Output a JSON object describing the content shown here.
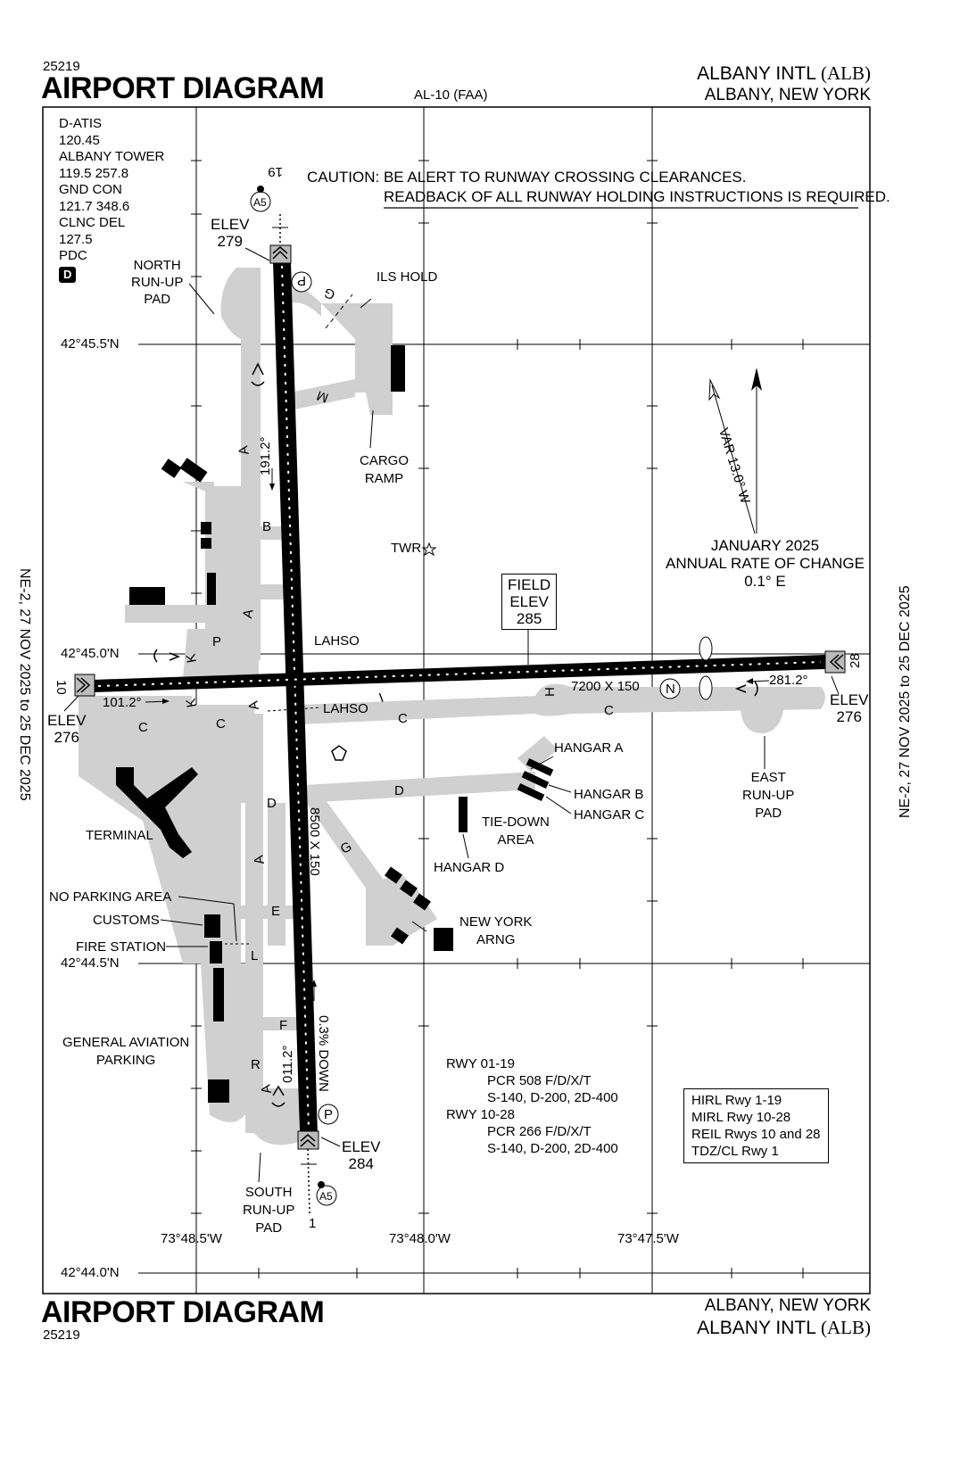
{
  "header": {
    "doc_number": "25219",
    "title": "AIRPORT DIAGRAM",
    "chart_id": "AL-10 (FAA)",
    "airport_name": "ALBANY INTL",
    "airport_id": "(ALB)",
    "city_state": "ALBANY, NEW YORK"
  },
  "footer": {
    "doc_number": "25219",
    "title": "AIRPORT DIAGRAM",
    "city_state": "ALBANY, NEW YORK",
    "airport_name": "ALBANY INTL",
    "airport_id": "(ALB)"
  },
  "side_labels": {
    "left": "NE-2, 27 NOV 2025 to 25 DEC 2025",
    "right": "NE-2, 27 NOV 2025 to 25 DEC 2025"
  },
  "frequencies": [
    "D-ATIS",
    "120.45",
    "ALBANY TOWER",
    "119.5 257.8",
    "GND CON",
    "121.7 348.6",
    "CLNC DEL",
    "127.5",
    "PDC"
  ],
  "pdc_badge": "D",
  "caution": {
    "line1": "CAUTION: BE ALERT TO RUNWAY CROSSING CLEARANCES.",
    "line2": "READBACK OF ALL RUNWAY HOLDING INSTRUCTIONS IS REQUIRED."
  },
  "coordinates": {
    "lat": [
      "42°45.5'N",
      "42°45.0'N",
      "42°44.5'N",
      "42°44.0'N"
    ],
    "lon": [
      "73°48.5'W",
      "73°48.0'W",
      "73°47.5'W"
    ]
  },
  "field_elev": {
    "line1": "FIELD",
    "line2": "ELEV",
    "value": "285"
  },
  "magnetic": {
    "var": "VAR 13.0° W",
    "change_line1": "JANUARY 2025",
    "change_line2": "ANNUAL RATE OF CHANGE",
    "change_line3": "0.1° E"
  },
  "runways": {
    "rwy19": {
      "number": "19",
      "elev_label": "ELEV",
      "elev": "279",
      "heading": "191.2°"
    },
    "rwy1": {
      "number": "1",
      "elev_label": "ELEV",
      "elev": "284",
      "heading": "011.2°",
      "gradient": "0.3% DOWN",
      "dims": "8500 X 150"
    },
    "rwy10": {
      "number": "10",
      "elev_label": "ELEV",
      "elev": "276",
      "heading": "101.2°"
    },
    "rwy28": {
      "number": "28",
      "elev_label": "ELEV",
      "elev": "276",
      "heading": "281.2°",
      "dims": "7200 X 150"
    }
  },
  "labels": {
    "north_runup": [
      "NORTH",
      "RUN-UP",
      "PAD"
    ],
    "ils_hold": "ILS HOLD",
    "cargo_ramp": [
      "CARGO",
      "RAMP"
    ],
    "twr": "TWR",
    "lahso1": "LAHSO",
    "lahso2": "LAHSO",
    "terminal": "TERMINAL",
    "no_parking": "NO PARKING AREA",
    "customs": "CUSTOMS",
    "fire_station": "FIRE STATION",
    "ga_parking": [
      "GENERAL AVIATION",
      "PARKING"
    ],
    "south_runup": [
      "SOUTH",
      "RUN-UP",
      "PAD"
    ],
    "hangar_a": "HANGAR A",
    "hangar_b": "HANGAR B",
    "hangar_c": "HANGAR C",
    "hangar_d": "HANGAR D",
    "tiedown": [
      "TIE-DOWN",
      "AREA"
    ],
    "ny_arng": [
      "NEW YORK",
      "ARNG"
    ],
    "east_runup": [
      "EAST",
      "RUN-UP",
      "PAD"
    ],
    "a5": "A5"
  },
  "taxiways": [
    "G",
    "M",
    "A",
    "B",
    "A",
    "P",
    "K",
    "K",
    "A",
    "C",
    "C",
    "C",
    "I",
    "H",
    "C",
    "D",
    "D",
    "G",
    "A",
    "E",
    "L",
    "F",
    "R",
    "A",
    "P",
    "P",
    "N"
  ],
  "pcr": [
    "RWY 01-19",
    "PCR 508 F/D/X/T",
    "S-140, D-200, 2D-400",
    "RWY 10-28",
    "PCR 266 F/D/X/T",
    "S-140, D-200, 2D-400"
  ],
  "lighting": [
    "HIRL Rwy 1-19",
    "MIRL Rwy 10-28",
    "REIL Rwys 10 and 28",
    "TDZ/CL Rwy 1"
  ]
}
